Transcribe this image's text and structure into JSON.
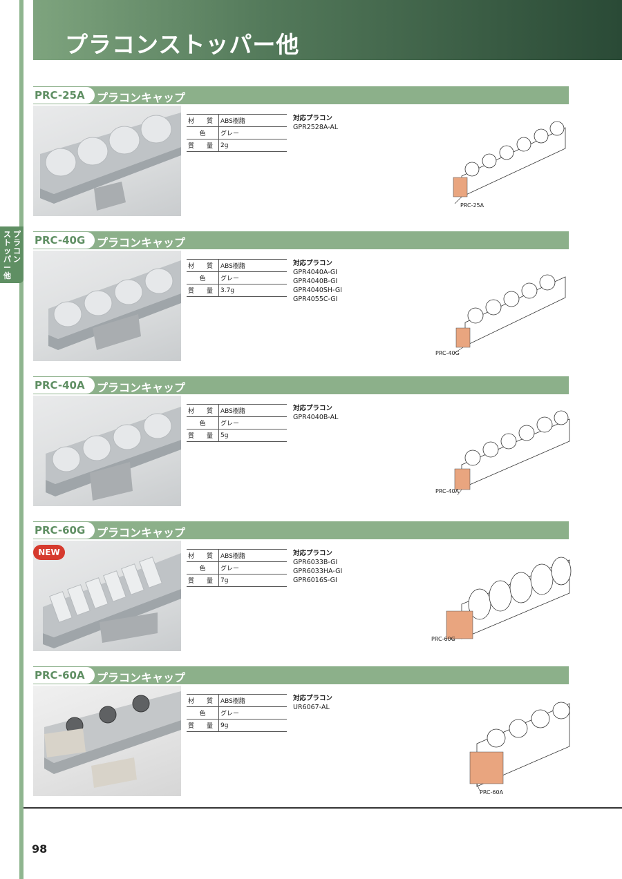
{
  "header": {
    "title": "プラコンストッパー他"
  },
  "side_tab": {
    "col1": "プラコン",
    "col2": "ストッパー他"
  },
  "spec_keys": {
    "material": "材　　質",
    "color": "色",
    "weight": "質　　量"
  },
  "sections": [
    {
      "code": "PRC-25A",
      "name": "プラコンキャップ",
      "material": "ABS樹脂",
      "color": "グレー",
      "weight": "2g",
      "compat_title": "対応プラコン",
      "compat": [
        "GPR2528A-AL"
      ],
      "drawing_label": "PRC-25A"
    },
    {
      "code": "PRC-40G",
      "name": "プラコンキャップ",
      "material": "ABS樹脂",
      "color": "グレー",
      "weight": "3.7g",
      "compat_title": "対応プラコン",
      "compat": [
        "GPR4040A-GI",
        "GPR4040B-GI",
        "GPR4040SH-GI",
        "GPR4055C-GI"
      ],
      "drawing_label": "PRC-40G"
    },
    {
      "code": "PRC-40A",
      "name": "プラコンキャップ",
      "material": "ABS樹脂",
      "color": "グレー",
      "weight": "5g",
      "compat_title": "対応プラコン",
      "compat": [
        "GPR4040B-AL"
      ],
      "drawing_label": "PRC-40A"
    },
    {
      "code": "PRC-60G",
      "name": "プラコンキャップ",
      "material": "ABS樹脂",
      "color": "グレー",
      "weight": "7g",
      "compat_title": "対応プラコン",
      "compat": [
        "GPR6033B-GI",
        "GPR6033HA-GI",
        "GPR6016S-GI"
      ],
      "drawing_label": "PRC-60G",
      "badge": "NEW"
    },
    {
      "code": "PRC-60A",
      "name": "プラコンキャップ",
      "material": "ABS樹脂",
      "color": "グレー",
      "weight": "9g",
      "compat_title": "対応プラコン",
      "compat": [
        "UR6067-AL"
      ],
      "drawing_label": "PRC-60A"
    }
  ],
  "footer": {
    "page_number": "98"
  }
}
